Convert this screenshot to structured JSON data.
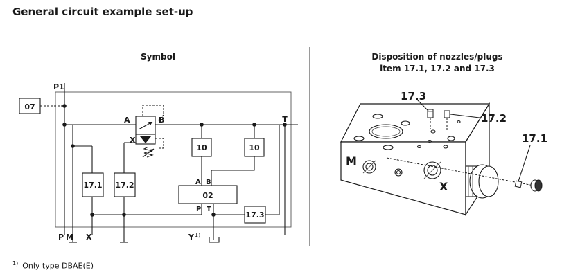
{
  "page": {
    "title": "General circuit example set-up",
    "footnote_marker": "1)",
    "footnote_text": "Only type DBAE(E)"
  },
  "symbol": {
    "heading": "Symbol",
    "port_p1": "P1",
    "port_p": "P",
    "port_m": "M",
    "port_x": "X",
    "port_y": "Y",
    "port_y_sup": "1)",
    "port_t": "T",
    "valve_a": "A",
    "valve_b": "B",
    "valve_x": "X",
    "box_07": "07",
    "box_10_left": "10",
    "box_10_right": "10",
    "box_02": "02",
    "label_02_a": "A",
    "label_02_b": "B",
    "label_02_p": "P",
    "label_02_t": "T",
    "box_17_1": "17.1",
    "box_17_2": "17.2",
    "box_17_3": "17.3"
  },
  "disposition": {
    "heading_line1": "Disposition of nozzles/plugs",
    "heading_line2": "item 17.1, 17.2 and 17.3",
    "callout_17_3": "17.3",
    "callout_17_2": "17.2",
    "callout_17_1": "17.1",
    "port_m": "M",
    "port_x": "X"
  }
}
